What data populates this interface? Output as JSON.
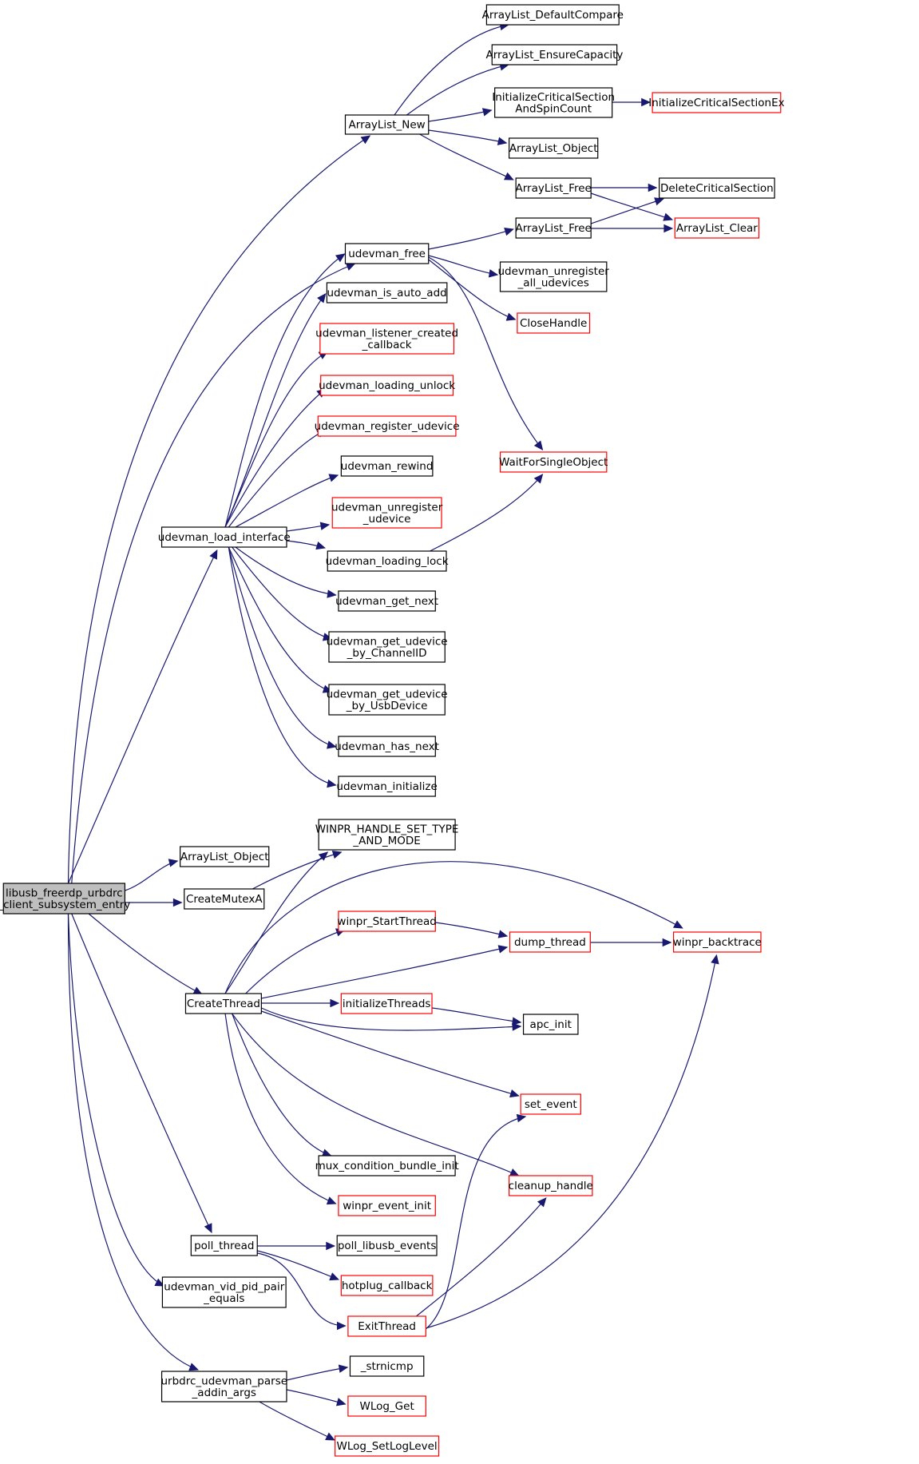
{
  "colors": {
    "edge": "#191970",
    "border_normal": "#000000",
    "border_truncated": "#ff0000",
    "root_fill": "#bfbfbf",
    "node_fill": "#ffffff"
  },
  "nodes": [
    {
      "id": "root",
      "lines": [
        "libusb_freerdp_urbdrc",
        "_client_subsystem_entry"
      ],
      "style": "root"
    },
    {
      "id": "ArrayList_New",
      "lines": [
        "ArrayList_New"
      ],
      "style": "normal"
    },
    {
      "id": "ArrayList_DefaultCompare",
      "lines": [
        "ArrayList_DefaultCompare"
      ],
      "style": "normal"
    },
    {
      "id": "ArrayList_EnsureCapacity",
      "lines": [
        "ArrayList_EnsureCapacity"
      ],
      "style": "normal"
    },
    {
      "id": "InitializeCriticalSectionAndSpinCount",
      "lines": [
        "InitializeCriticalSection",
        "AndSpinCount"
      ],
      "style": "normal"
    },
    {
      "id": "InitializeCriticalSectionEx",
      "lines": [
        "InitializeCriticalSectionEx"
      ],
      "style": "truncated"
    },
    {
      "id": "ArrayList_Object_1",
      "lines": [
        "ArrayList_Object"
      ],
      "style": "normal"
    },
    {
      "id": "ArrayList_Free_1",
      "lines": [
        "ArrayList_Free"
      ],
      "style": "normal"
    },
    {
      "id": "DeleteCriticalSection",
      "lines": [
        "DeleteCriticalSection"
      ],
      "style": "normal"
    },
    {
      "id": "ArrayList_Clear",
      "lines": [
        "ArrayList_Clear"
      ],
      "style": "truncated"
    },
    {
      "id": "udevman_free",
      "lines": [
        "udevman_free"
      ],
      "style": "normal"
    },
    {
      "id": "ArrayList_Free_2",
      "lines": [
        "ArrayList_Free"
      ],
      "style": "normal"
    },
    {
      "id": "udevman_unregister_all_udevices",
      "lines": [
        "udevman_unregister",
        "_all_udevices"
      ],
      "style": "normal"
    },
    {
      "id": "CloseHandle",
      "lines": [
        "CloseHandle"
      ],
      "style": "truncated"
    },
    {
      "id": "WaitForSingleObject",
      "lines": [
        "WaitForSingleObject"
      ],
      "style": "truncated"
    },
    {
      "id": "udevman_is_auto_add",
      "lines": [
        "udevman_is_auto_add"
      ],
      "style": "normal"
    },
    {
      "id": "udevman_listener_created_callback",
      "lines": [
        "udevman_listener_created",
        "_callback"
      ],
      "style": "truncated"
    },
    {
      "id": "udevman_loading_unlock",
      "lines": [
        "udevman_loading_unlock"
      ],
      "style": "truncated"
    },
    {
      "id": "udevman_register_udevice",
      "lines": [
        "udevman_register_udevice"
      ],
      "style": "truncated"
    },
    {
      "id": "udevman_rewind",
      "lines": [
        "udevman_rewind"
      ],
      "style": "normal"
    },
    {
      "id": "udevman_unregister_udevice",
      "lines": [
        "udevman_unregister",
        "_udevice"
      ],
      "style": "truncated"
    },
    {
      "id": "udevman_load_interface",
      "lines": [
        "udevman_load_interface"
      ],
      "style": "normal"
    },
    {
      "id": "udevman_loading_lock",
      "lines": [
        "udevman_loading_lock"
      ],
      "style": "normal"
    },
    {
      "id": "udevman_get_next",
      "lines": [
        "udevman_get_next"
      ],
      "style": "normal"
    },
    {
      "id": "udevman_get_udevice_by_ChannelID",
      "lines": [
        "udevman_get_udevice",
        "_by_ChannelID"
      ],
      "style": "normal"
    },
    {
      "id": "udevman_get_udevice_by_UsbDevice",
      "lines": [
        "udevman_get_udevice",
        "_by_UsbDevice"
      ],
      "style": "normal"
    },
    {
      "id": "udevman_has_next",
      "lines": [
        "udevman_has_next"
      ],
      "style": "normal"
    },
    {
      "id": "udevman_initialize",
      "lines": [
        "udevman_initialize"
      ],
      "style": "normal"
    },
    {
      "id": "WINPR_HANDLE_SET_TYPE_AND_MODE",
      "lines": [
        "WINPR_HANDLE_SET_TYPE",
        "_AND_MODE"
      ],
      "style": "normal"
    },
    {
      "id": "ArrayList_Object_2",
      "lines": [
        "ArrayList_Object"
      ],
      "style": "normal"
    },
    {
      "id": "CreateMutexA",
      "lines": [
        "CreateMutexA"
      ],
      "style": "normal"
    },
    {
      "id": "winpr_StartThread",
      "lines": [
        "winpr_StartThread"
      ],
      "style": "truncated"
    },
    {
      "id": "dump_thread",
      "lines": [
        "dump_thread"
      ],
      "style": "truncated"
    },
    {
      "id": "winpr_backtrace",
      "lines": [
        "winpr_backtrace"
      ],
      "style": "truncated"
    },
    {
      "id": "CreateThread",
      "lines": [
        "CreateThread"
      ],
      "style": "normal"
    },
    {
      "id": "initializeThreads",
      "lines": [
        "initializeThreads"
      ],
      "style": "truncated"
    },
    {
      "id": "apc_init",
      "lines": [
        "apc_init"
      ],
      "style": "normal"
    },
    {
      "id": "set_event",
      "lines": [
        "set_event"
      ],
      "style": "truncated"
    },
    {
      "id": "mux_condition_bundle_init",
      "lines": [
        "mux_condition_bundle_init"
      ],
      "style": "normal"
    },
    {
      "id": "cleanup_handle",
      "lines": [
        "cleanup_handle"
      ],
      "style": "truncated"
    },
    {
      "id": "winpr_event_init",
      "lines": [
        "winpr_event_init"
      ],
      "style": "truncated"
    },
    {
      "id": "poll_thread",
      "lines": [
        "poll_thread"
      ],
      "style": "normal"
    },
    {
      "id": "poll_libusb_events",
      "lines": [
        "poll_libusb_events"
      ],
      "style": "normal"
    },
    {
      "id": "hotplug_callback",
      "lines": [
        "hotplug_callback"
      ],
      "style": "truncated"
    },
    {
      "id": "ExitThread",
      "lines": [
        "ExitThread"
      ],
      "style": "truncated"
    },
    {
      "id": "udevman_vid_pid_pair_equals",
      "lines": [
        "udevman_vid_pid_pair",
        "_equals"
      ],
      "style": "normal"
    },
    {
      "id": "urbdrc_udevman_parse_addin_args",
      "lines": [
        "urbdrc_udevman_parse",
        "_addin_args"
      ],
      "style": "normal"
    },
    {
      "id": "_strnicmp",
      "lines": [
        "_strnicmp"
      ],
      "style": "normal"
    },
    {
      "id": "WLog_Get",
      "lines": [
        "WLog_Get"
      ],
      "style": "truncated"
    },
    {
      "id": "WLog_SetLogLevel",
      "lines": [
        "WLog_SetLogLevel"
      ],
      "style": "truncated"
    }
  ],
  "edges": [
    [
      "root",
      "ArrayList_New"
    ],
    [
      "ArrayList_New",
      "ArrayList_DefaultCompare"
    ],
    [
      "ArrayList_New",
      "ArrayList_EnsureCapacity"
    ],
    [
      "ArrayList_New",
      "InitializeCriticalSectionAndSpinCount"
    ],
    [
      "InitializeCriticalSectionAndSpinCount",
      "InitializeCriticalSectionEx"
    ],
    [
      "ArrayList_New",
      "ArrayList_Object_1"
    ],
    [
      "ArrayList_New",
      "ArrayList_Free_1"
    ],
    [
      "ArrayList_Free_1",
      "DeleteCriticalSection"
    ],
    [
      "ArrayList_Free_1",
      "ArrayList_Clear"
    ],
    [
      "root",
      "udevman_free"
    ],
    [
      "udevman_free",
      "ArrayList_Free_2"
    ],
    [
      "ArrayList_Free_2",
      "DeleteCriticalSection"
    ],
    [
      "ArrayList_Free_2",
      "ArrayList_Clear"
    ],
    [
      "udevman_free",
      "udevman_unregister_all_udevices"
    ],
    [
      "udevman_free",
      "CloseHandle"
    ],
    [
      "udevman_free",
      "WaitForSingleObject"
    ],
    [
      "root",
      "udevman_load_interface"
    ],
    [
      "udevman_load_interface",
      "udevman_free"
    ],
    [
      "udevman_load_interface",
      "udevman_is_auto_add"
    ],
    [
      "udevman_load_interface",
      "udevman_listener_created_callback"
    ],
    [
      "udevman_load_interface",
      "udevman_loading_unlock"
    ],
    [
      "udevman_load_interface",
      "udevman_register_udevice"
    ],
    [
      "udevman_load_interface",
      "udevman_rewind"
    ],
    [
      "udevman_load_interface",
      "udevman_unregister_udevice"
    ],
    [
      "udevman_load_interface",
      "udevman_loading_lock"
    ],
    [
      "udevman_loading_lock",
      "WaitForSingleObject"
    ],
    [
      "udevman_load_interface",
      "udevman_get_next"
    ],
    [
      "udevman_load_interface",
      "udevman_get_udevice_by_ChannelID"
    ],
    [
      "udevman_load_interface",
      "udevman_get_udevice_by_UsbDevice"
    ],
    [
      "udevman_load_interface",
      "udevman_has_next"
    ],
    [
      "udevman_load_interface",
      "udevman_initialize"
    ],
    [
      "root",
      "ArrayList_Object_2"
    ],
    [
      "root",
      "CreateMutexA"
    ],
    [
      "CreateMutexA",
      "WINPR_HANDLE_SET_TYPE_AND_MODE"
    ],
    [
      "root",
      "CreateThread"
    ],
    [
      "CreateThread",
      "WINPR_HANDLE_SET_TYPE_AND_MODE"
    ],
    [
      "CreateThread",
      "winpr_backtrace"
    ],
    [
      "CreateThread",
      "winpr_StartThread"
    ],
    [
      "winpr_StartThread",
      "dump_thread"
    ],
    [
      "CreateThread",
      "dump_thread"
    ],
    [
      "dump_thread",
      "winpr_backtrace"
    ],
    [
      "CreateThread",
      "initializeThreads"
    ],
    [
      "initializeThreads",
      "apc_init"
    ],
    [
      "CreateThread",
      "apc_init"
    ],
    [
      "CreateThread",
      "set_event"
    ],
    [
      "CreateThread",
      "mux_condition_bundle_init"
    ],
    [
      "CreateThread",
      "cleanup_handle"
    ],
    [
      "CreateThread",
      "winpr_event_init"
    ],
    [
      "root",
      "poll_thread"
    ],
    [
      "poll_thread",
      "poll_libusb_events"
    ],
    [
      "poll_thread",
      "hotplug_callback"
    ],
    [
      "poll_thread",
      "ExitThread"
    ],
    [
      "ExitThread",
      "set_event"
    ],
    [
      "ExitThread",
      "cleanup_handle"
    ],
    [
      "ExitThread",
      "winpr_backtrace"
    ],
    [
      "root",
      "udevman_vid_pid_pair_equals"
    ],
    [
      "root",
      "urbdrc_udevman_parse_addin_args"
    ],
    [
      "urbdrc_udevman_parse_addin_args",
      "_strnicmp"
    ],
    [
      "urbdrc_udevman_parse_addin_args",
      "WLog_Get"
    ],
    [
      "urbdrc_udevman_parse_addin_args",
      "WLog_SetLogLevel"
    ]
  ]
}
